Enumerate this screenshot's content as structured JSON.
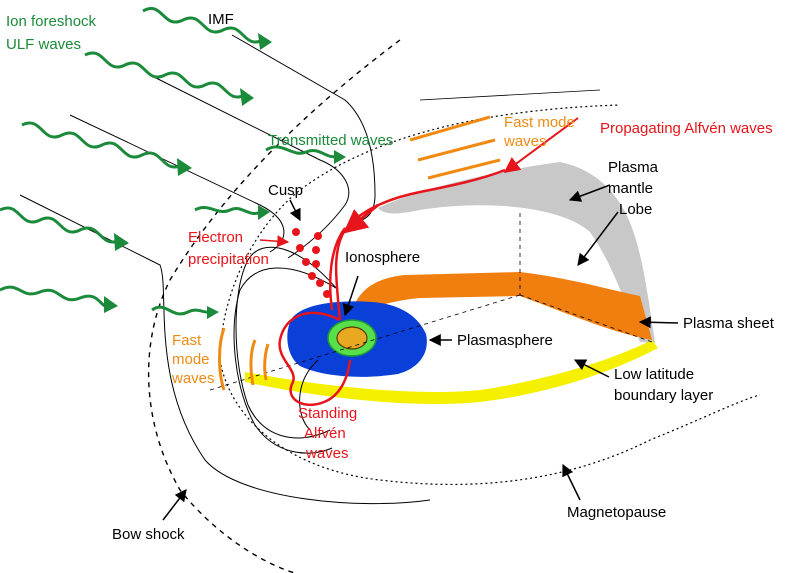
{
  "colors": {
    "wave_green": "#1b8a3a",
    "alfven_red": "#e8141b",
    "fast_mode_orange": "#f08a12",
    "plasmasphere_blue": "#0a3fd8",
    "llbl_yellow": "#f4f000",
    "mantle_gray": "#c8c8c8",
    "plasma_sheet_orange": "#f07f10",
    "ionosphere_green": "#58e04a",
    "earth_gold": "#e8a820"
  },
  "labels": {
    "ion_foreshock_line1": "Ion foreshock",
    "ion_foreshock_line2": "ULF waves",
    "imf": "IMF",
    "transmitted_waves": "Transmitted waves",
    "fast_mode_top_line1": "Fast mode",
    "fast_mode_top_line2": "waves",
    "propagating_alfven": "Propagating Alfvén waves",
    "plasma_mantle_line1": "Plasma",
    "plasma_mantle_line2": "mantle",
    "cusp": "Cusp",
    "lobe": "Lobe",
    "electron_precip_line1": "Electron",
    "electron_precip_line2": "precipitation",
    "ionosphere": "Ionosphere",
    "plasmasphere": "Plasmasphere",
    "plasma_sheet": "Plasma sheet",
    "fast_mode_left_line1": "Fast",
    "fast_mode_left_line2": "mode",
    "fast_mode_left_line3": "waves",
    "low_latitude_line1": "Low latitude",
    "low_latitude_line2": "boundary layer",
    "standing_alfven_line1": "Standing",
    "standing_alfven_line2": "Alfvén",
    "standing_alfven_line3": "waves",
    "bow_shock": "Bow shock",
    "magnetopause": "Magnetopause"
  }
}
